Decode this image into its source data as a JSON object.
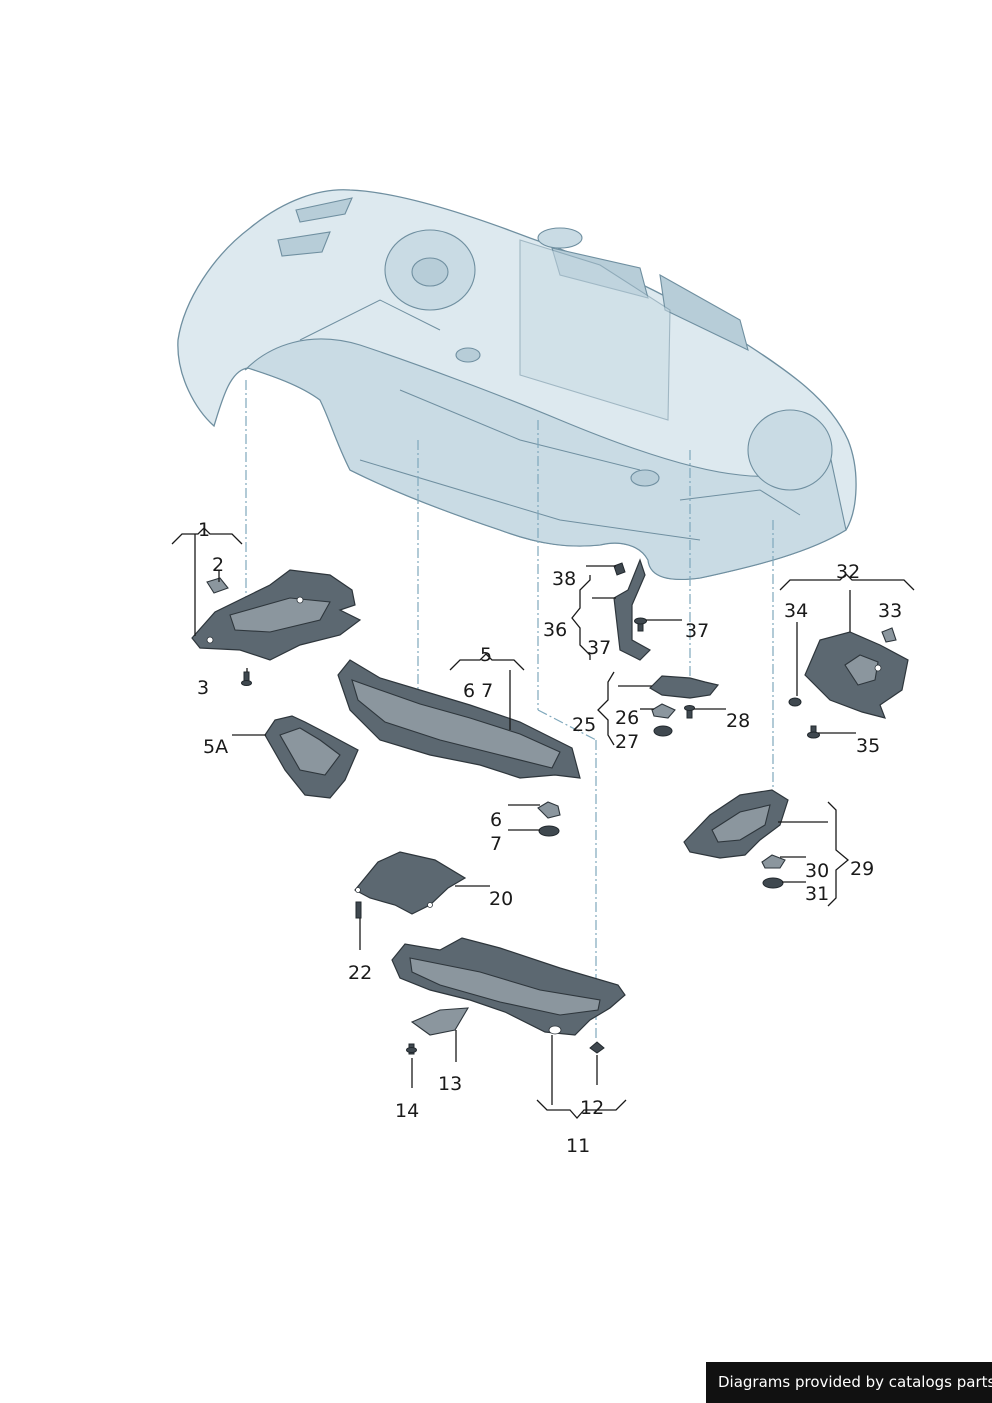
{
  "diagram": {
    "callouts": [
      {
        "id": "c1",
        "text": "1"
      },
      {
        "id": "c2",
        "text": "2"
      },
      {
        "id": "c3",
        "text": "3"
      },
      {
        "id": "c5",
        "text": "5"
      },
      {
        "id": "c5a",
        "text": "5A"
      },
      {
        "id": "c67",
        "text": "6 7"
      },
      {
        "id": "c6",
        "text": "6"
      },
      {
        "id": "c7",
        "text": "7"
      },
      {
        "id": "c11",
        "text": "11"
      },
      {
        "id": "c12",
        "text": "12"
      },
      {
        "id": "c13",
        "text": "13"
      },
      {
        "id": "c14",
        "text": "14"
      },
      {
        "id": "c20",
        "text": "20"
      },
      {
        "id": "c22",
        "text": "22"
      },
      {
        "id": "c25",
        "text": "25"
      },
      {
        "id": "c26",
        "text": "26"
      },
      {
        "id": "c27",
        "text": "27"
      },
      {
        "id": "c28",
        "text": "28"
      },
      {
        "id": "c29",
        "text": "29"
      },
      {
        "id": "c30",
        "text": "30"
      },
      {
        "id": "c31",
        "text": "31"
      },
      {
        "id": "c32",
        "text": "32"
      },
      {
        "id": "c33",
        "text": "33"
      },
      {
        "id": "c34",
        "text": "34"
      },
      {
        "id": "c35",
        "text": "35"
      },
      {
        "id": "c36",
        "text": "36"
      },
      {
        "id": "c37a",
        "text": "37"
      },
      {
        "id": "c37b",
        "text": "37"
      },
      {
        "id": "c38",
        "text": "38"
      }
    ]
  },
  "footer": {
    "text": "Diagrams provided by catalogs parts"
  },
  "colors": {
    "body": "#dde9ef",
    "part": "#5c6871",
    "leader": "#1a1a1a",
    "dash": "#7fa8bc"
  }
}
